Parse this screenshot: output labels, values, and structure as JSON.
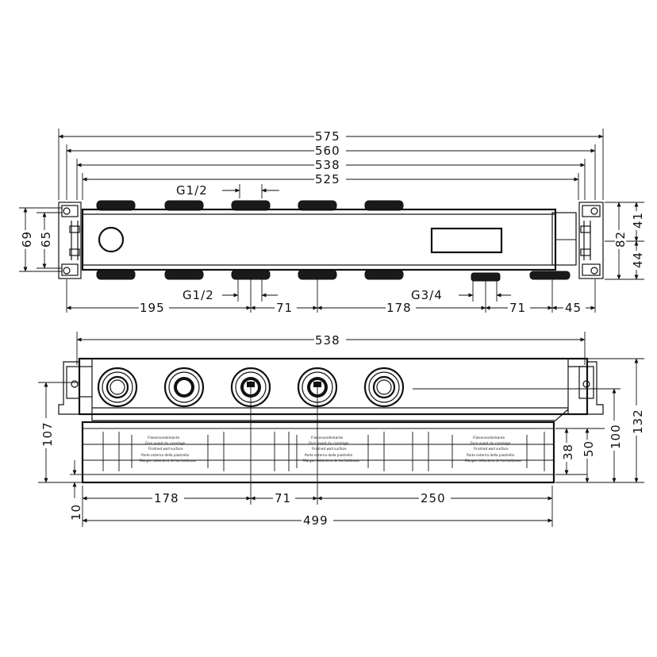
{
  "top_view": {
    "dims": {
      "overall_575": "575",
      "overall_560": "560",
      "overall_538": "538",
      "overall_525": "525",
      "thread_top": "G1/2",
      "thread_bottom": "G1/2",
      "thread_outlet": "G3/4",
      "d195": "195",
      "d71a": "71",
      "d178": "178",
      "d71b": "71",
      "d45": "45",
      "h69": "69",
      "h65": "65",
      "h82": "82",
      "h41": "41",
      "h44": "44"
    }
  },
  "front_view": {
    "dims": {
      "w538": "538",
      "h107": "107",
      "h10": "10",
      "h38": "38",
      "h50": "50",
      "h100": "100",
      "h132": "132",
      "w178": "178",
      "w71": "71",
      "w250": "250",
      "w499": "499"
    },
    "plaster_guard_labels": {
      "de": "Fliesenvorderkante",
      "fr": "Face avant du carrelage",
      "en": "Finished wall surface",
      "it": "Parte esterna della piastrella",
      "es": "Margen delantera de las baldosas"
    }
  }
}
